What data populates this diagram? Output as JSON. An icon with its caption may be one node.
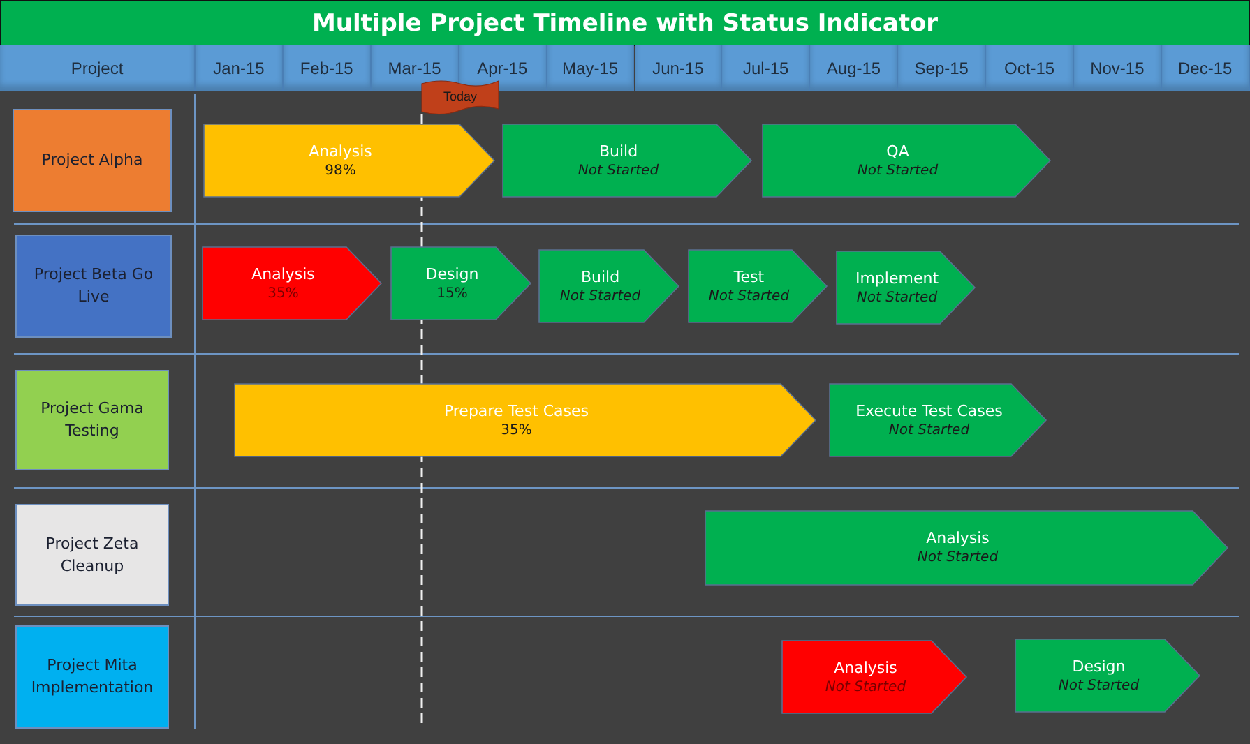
{
  "diagram": {
    "title": "Multiple Project Timeline with Status Indicator",
    "nodes": [
      {
        "text": [
          "Today"
        ]
      },
      {
        "text": [
          "Project Alpha"
        ]
      },
      {
        "text": [
          "Analysis",
          "98%"
        ]
      },
      {
        "text": [
          "Build",
          "Not Started"
        ]
      },
      {
        "text": [
          "QA",
          "Not Started"
        ]
      },
      {
        "text": [
          "Project Beta Go Live"
        ]
      },
      {
        "text": [
          "Analysis",
          "35%"
        ]
      },
      {
        "text": [
          "Design",
          "15%"
        ]
      },
      {
        "text": [
          "Build",
          "Not Started"
        ]
      },
      {
        "text": [
          "Test",
          "Not Started"
        ]
      },
      {
        "text": [
          "Implement",
          "Not Started"
        ]
      },
      {
        "text": [
          "Project Gama Testing"
        ]
      },
      {
        "text": [
          "Prepare Test Cases",
          "35%"
        ]
      },
      {
        "text": [
          "Execute Test Cases",
          "Not Started"
        ]
      },
      {
        "text": [
          "Project Zeta Cleanup"
        ]
      },
      {
        "text": [
          "Analysis",
          "Not Started"
        ]
      },
      {
        "text": [
          "Project Mita Implementation"
        ]
      },
      {
        "text": [
          "Analysis",
          "Not Started"
        ]
      },
      {
        "text": [
          "Design",
          "Not Started"
        ]
      }
    ],
    "labels": [
      "Project",
      "Jan-15",
      "Feb-15",
      "Mar-15",
      "Apr-15",
      "May-15",
      "Jun-15",
      "Jul-15",
      "Aug-15",
      "Sep-15",
      "Oct-15",
      "Nov-15",
      "Dec-15"
    ]
  }
}
